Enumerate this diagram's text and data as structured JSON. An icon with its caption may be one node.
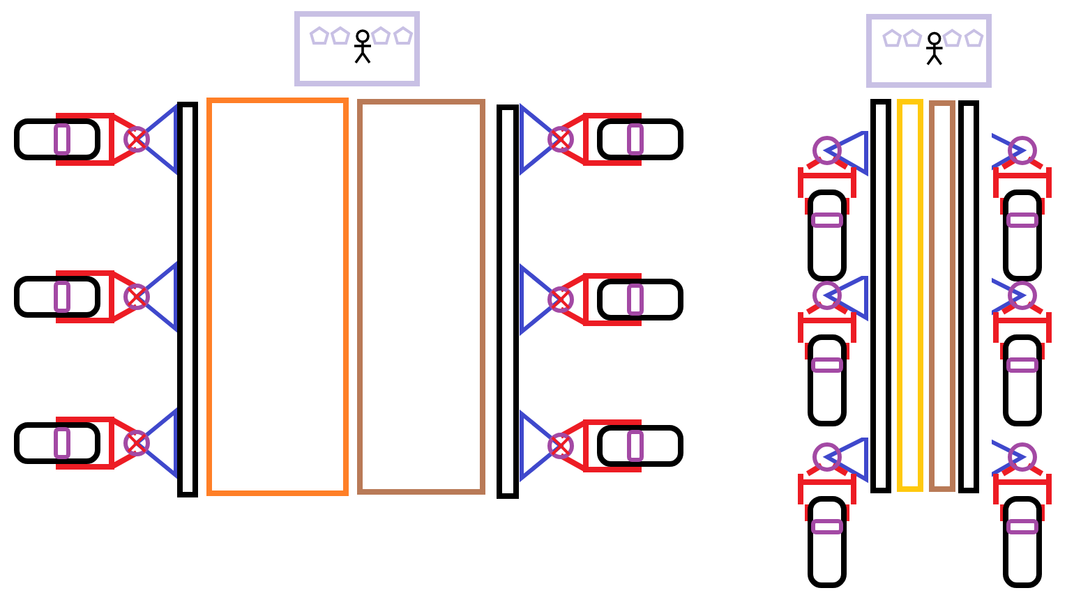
{
  "diagram": {
    "nodes": [
      {
        "text": [],
        "shape": "picture"
      },
      {
        "text": [],
        "shape": "picture"
      },
      {
        "text": [],
        "shape": "bar"
      },
      {
        "text": [],
        "shape": "box"
      },
      {
        "text": [],
        "shape": "box"
      },
      {
        "text": [],
        "shape": "bar"
      },
      {
        "text": [],
        "shape": "bar"
      },
      {
        "text": [],
        "shape": "box"
      },
      {
        "text": [],
        "shape": "box"
      },
      {
        "text": [],
        "shape": "bar"
      }
    ]
  }
}
